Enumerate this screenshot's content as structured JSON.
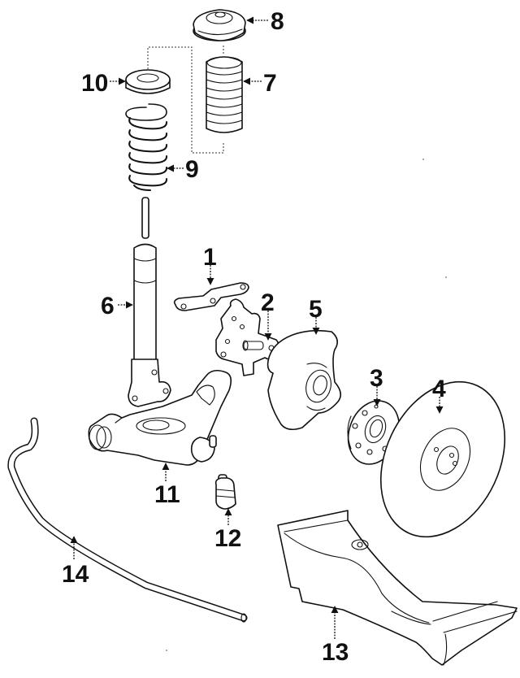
{
  "diagram": {
    "type": "exploded-parts-diagram",
    "subject": "front suspension",
    "colors": {
      "line": "#111111",
      "background": "#ffffff"
    },
    "callouts": [
      {
        "number": "1",
        "part": "upper link / steering arm"
      },
      {
        "number": "2",
        "part": "steering knuckle"
      },
      {
        "number": "3",
        "part": "wheel hub"
      },
      {
        "number": "4",
        "part": "brake rotor"
      },
      {
        "number": "5",
        "part": "splash shield"
      },
      {
        "number": "6",
        "part": "shock absorber / strut"
      },
      {
        "number": "7",
        "part": "dust boot / bumper"
      },
      {
        "number": "8",
        "part": "strut upper mount"
      },
      {
        "number": "9",
        "part": "coil spring"
      },
      {
        "number": "10",
        "part": "spring insulator"
      },
      {
        "number": "11",
        "part": "lower control arm"
      },
      {
        "number": "12",
        "part": "ball joint"
      },
      {
        "number": "13",
        "part": "lower arm reinforcement / shield"
      },
      {
        "number": "14",
        "part": "stabilizer bar"
      }
    ]
  }
}
